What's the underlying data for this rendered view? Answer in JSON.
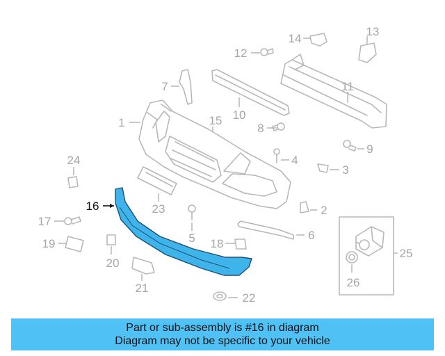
{
  "callouts": [
    {
      "id": "1",
      "label": "1"
    },
    {
      "id": "2",
      "label": "2"
    },
    {
      "id": "3",
      "label": "3"
    },
    {
      "id": "4",
      "label": "4"
    },
    {
      "id": "5",
      "label": "5"
    },
    {
      "id": "6",
      "label": "6"
    },
    {
      "id": "7",
      "label": "7"
    },
    {
      "id": "8",
      "label": "8"
    },
    {
      "id": "9",
      "label": "9"
    },
    {
      "id": "10",
      "label": "10"
    },
    {
      "id": "11",
      "label": "11"
    },
    {
      "id": "12",
      "label": "12"
    },
    {
      "id": "13",
      "label": "13"
    },
    {
      "id": "14",
      "label": "14"
    },
    {
      "id": "15",
      "label": "15"
    },
    {
      "id": "16",
      "label": "16"
    },
    {
      "id": "17",
      "label": "17"
    },
    {
      "id": "18",
      "label": "18"
    },
    {
      "id": "19",
      "label": "19"
    },
    {
      "id": "20",
      "label": "20"
    },
    {
      "id": "21",
      "label": "21"
    },
    {
      "id": "22",
      "label": "22"
    },
    {
      "id": "23",
      "label": "23"
    },
    {
      "id": "24",
      "label": "24"
    },
    {
      "id": "25",
      "label": "25"
    },
    {
      "id": "26",
      "label": "26"
    }
  ],
  "highlight": {
    "part": "16",
    "color": "#3fb4ea"
  },
  "banner": {
    "line1": "Part or sub-assembly is #16 in diagram",
    "line2": "Diagram may not be specific to your vehicle",
    "color": "#4fc1f5"
  }
}
